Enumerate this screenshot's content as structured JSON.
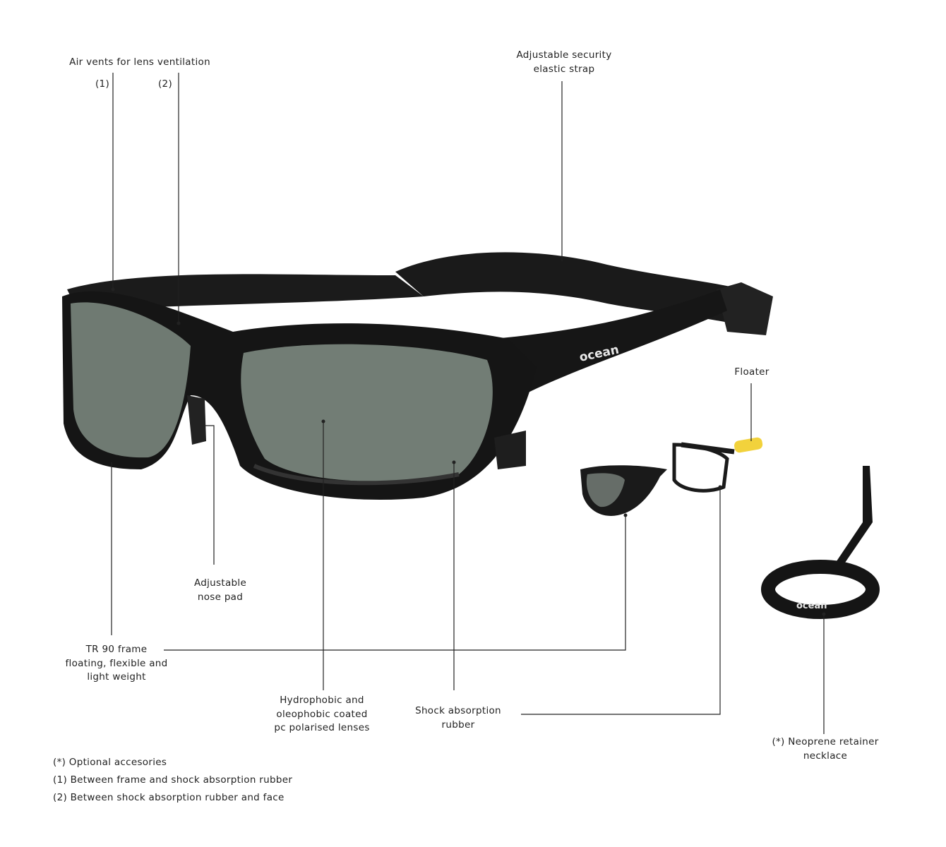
{
  "callouts": {
    "air_vents": {
      "title": "Air vents for lens ventilation",
      "marker1": "(1)",
      "marker2": "(2)"
    },
    "strap": [
      "Adjustable security",
      "elastic strap"
    ],
    "floater": "Floater",
    "nose_pad": [
      "Adjustable",
      "nose pad"
    ],
    "frame": [
      "TR 90 frame",
      "floating, flexible and",
      "light weight"
    ],
    "lenses": [
      "Hydrophobic and",
      "oleophobic coated",
      "pc polarised lenses"
    ],
    "shock": [
      "Shock absorption",
      "rubber"
    ],
    "necklace": [
      "(*) Neoprene retainer",
      "necklace"
    ]
  },
  "footnotes": [
    "(*) Optional accesories",
    "(1) Between frame and shock absorption rubber",
    "(2) Between shock absorption rubber and face"
  ],
  "brand": "ocean",
  "colors": {
    "frame": "#141414",
    "lens": "#6f7a72",
    "floater": "#f2d23c",
    "line": "#222222"
  }
}
